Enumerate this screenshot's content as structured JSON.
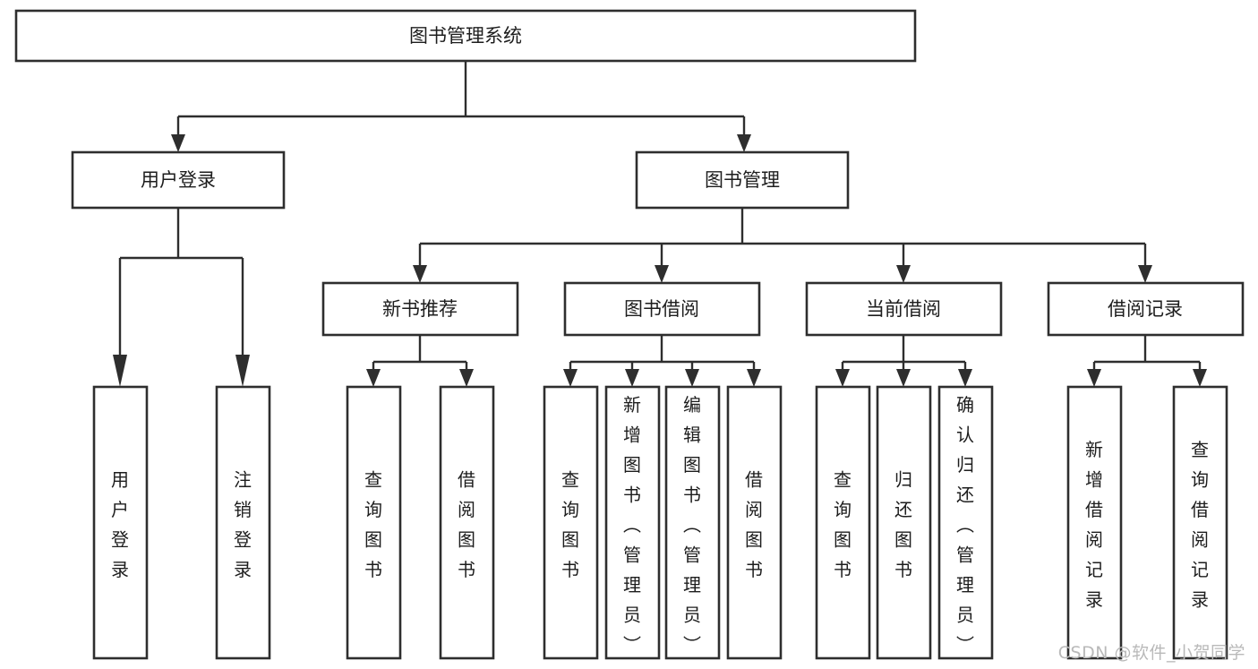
{
  "diagram": {
    "title": "图书管理系统",
    "type": "hierarchy-tree",
    "watermark": "CSDN @软件_小贺同学",
    "colors": {
      "box_stroke": "#2e2e2e",
      "box_fill": "#ffffff",
      "text": "#1d1d1d",
      "background": "#ffffff",
      "watermark": "#b9b9b9"
    },
    "levels": {
      "root": {
        "label": "图书管理系统"
      },
      "level2": [
        {
          "label": "用户登录"
        },
        {
          "label": "图书管理"
        }
      ],
      "level3": [
        {
          "label": "新书推荐"
        },
        {
          "label": "图书借阅"
        },
        {
          "label": "当前借阅"
        },
        {
          "label": "借阅记录"
        }
      ],
      "leaves": {
        "user_login": [
          {
            "label": "用户登录"
          },
          {
            "label": "注销登录"
          }
        ],
        "new_book_recommend": [
          {
            "label": "查询图书"
          },
          {
            "label": "借阅图书"
          }
        ],
        "book_borrow": [
          {
            "label": "查询图书"
          },
          {
            "label": "新增图书（管理员）"
          },
          {
            "label": "编辑图书（管理员）"
          },
          {
            "label": "借阅图书"
          }
        ],
        "current_borrow": [
          {
            "label": "查询图书"
          },
          {
            "label": "归还图书"
          },
          {
            "label": "确认归还（管理员）"
          }
        ],
        "borrow_records": [
          {
            "label": "新增借阅记录"
          },
          {
            "label": "查询借阅记录"
          }
        ]
      }
    }
  }
}
